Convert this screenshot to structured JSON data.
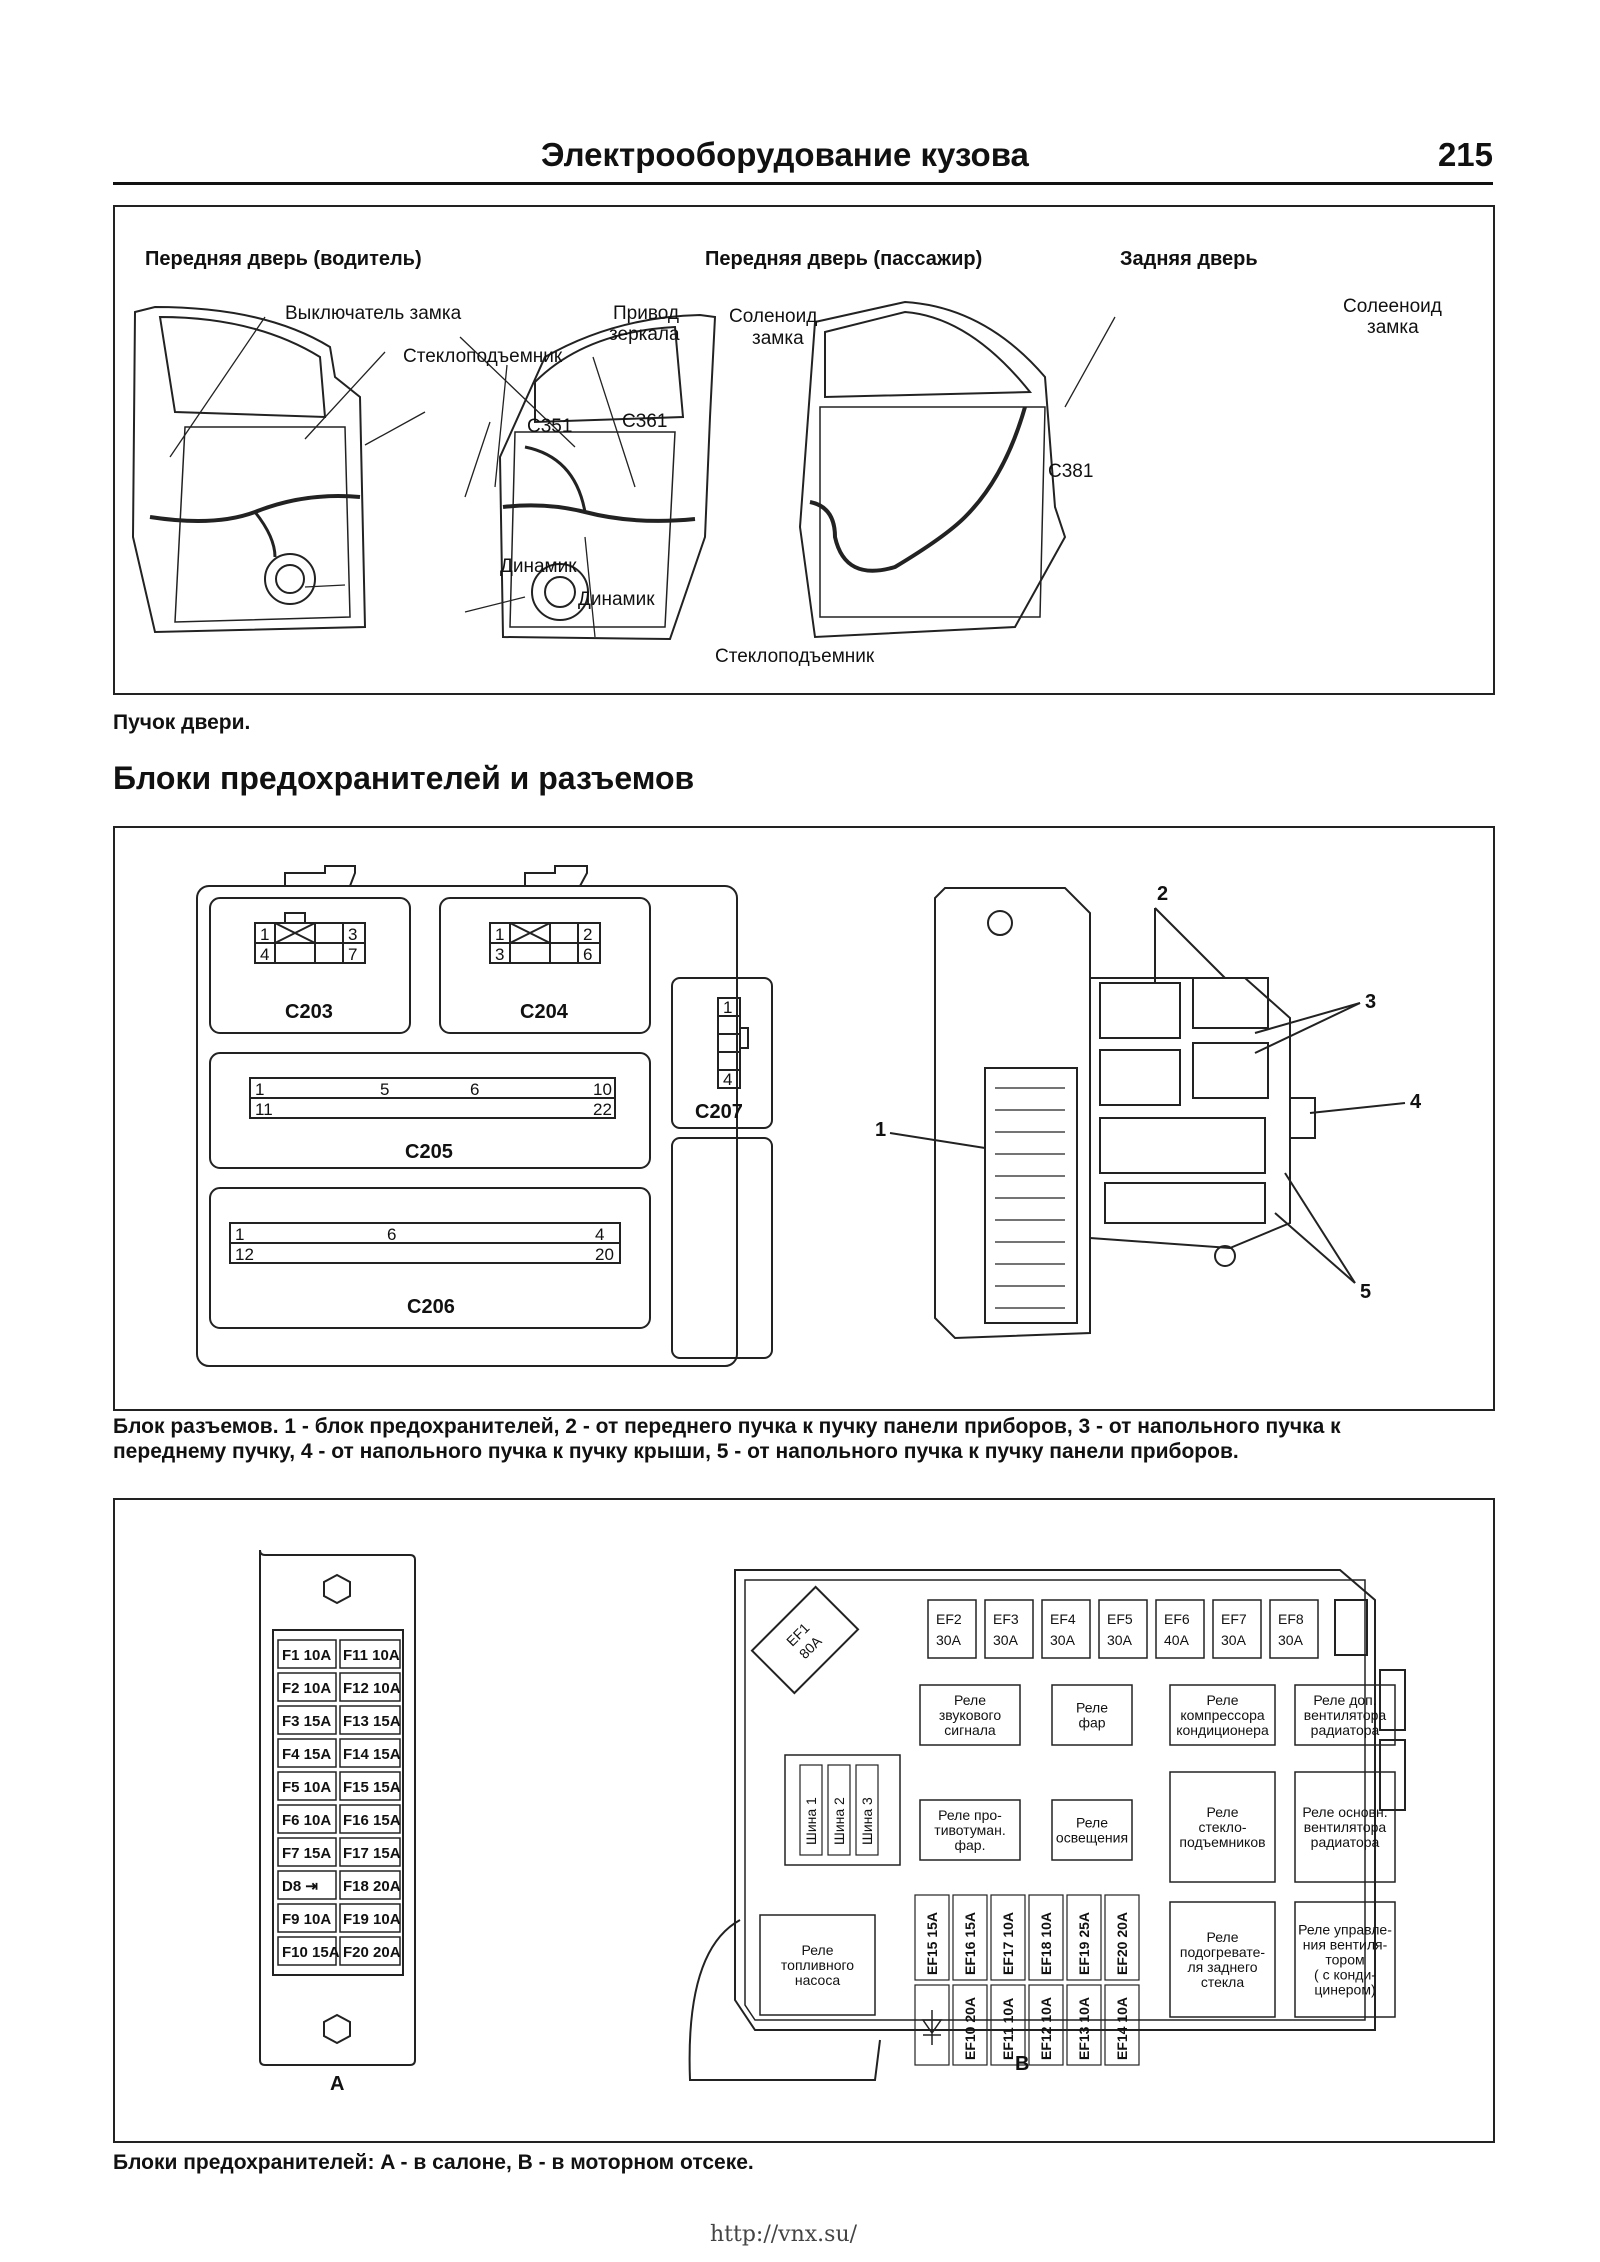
{
  "header": {
    "title": "Электрооборудование кузова",
    "page": "215"
  },
  "fig1": {
    "doors": {
      "driver": "Передняя дверь (водитель)",
      "passenger": "Передняя дверь (пассажир)",
      "rear": "Задняя дверь"
    },
    "labels": {
      "lock_switch": "Выключатель замка",
      "window_lifter": "Стеклоподъемник",
      "c351": "C351",
      "speaker": "Динамик",
      "mirror_drive_1": "Привод",
      "mirror_drive_2": "зеркала",
      "lock_solenoid_1": "Соленоид",
      "lock_solenoid_2": "замка",
      "c361": "C361",
      "speaker2": "Динамик",
      "window_lifter2": "Стеклоподъемник",
      "rear_solenoid_1": "Солееноид",
      "rear_solenoid_2": "замка",
      "c381": "C381"
    },
    "caption": "Пучок двери."
  },
  "section_title": "Блоки предохранителей и разъемов",
  "fig2": {
    "connectors": {
      "c203": {
        "name": "C203",
        "pins": [
          "1",
          "3",
          "4",
          "7"
        ]
      },
      "c204": {
        "name": "C204",
        "pins": [
          "1",
          "2",
          "3",
          "6"
        ]
      },
      "c205": {
        "name": "C205",
        "pins": [
          "1",
          "5",
          "6",
          "10",
          "11",
          "22"
        ]
      },
      "c206": {
        "name": "C206",
        "pins": [
          "1",
          "6",
          "4",
          "12",
          "20"
        ]
      },
      "c207": {
        "name": "C207",
        "pins": [
          "1",
          "4"
        ]
      }
    },
    "callouts": [
      "1",
      "2",
      "3",
      "4",
      "5"
    ],
    "caption_line1": "Блок разъемов. 1 - блок предохранителей, 2 - от переднего пучка к пучку панели приборов, 3 - от напольного пучка к",
    "caption_line2": "переднему пучку, 4 - от напольного пучка к пучку крыши, 5 - от напольного пучка к пучку панели приборов."
  },
  "fig3": {
    "block_a": {
      "label": "A",
      "left": [
        "F1 10A",
        "F2 10A",
        "F3 15A",
        "F4 15A",
        "F5 10A",
        "F6 10A",
        "F7 15A",
        "D8 ⇥",
        "F9 10A",
        "F10 15A"
      ],
      "right": [
        "F11 10A",
        "F12 10A",
        "F13 15A",
        "F14 15A",
        "F15 15A",
        "F16 15A",
        "F17 15A",
        "F18 20A",
        "F19 10A",
        "F20 20A"
      ]
    },
    "block_b": {
      "label": "B",
      "ef1": [
        "EF1",
        "80A"
      ],
      "top_fuses": [
        [
          "EF2",
          "30A"
        ],
        [
          "EF3",
          "30A"
        ],
        [
          "EF4",
          "30A"
        ],
        [
          "EF5",
          "30A"
        ],
        [
          "EF6",
          "40A"
        ],
        [
          "EF7",
          "30A"
        ],
        [
          "EF8",
          "30A"
        ]
      ],
      "relays": {
        "horn": [
          "Реле",
          "звукового",
          "сигнала"
        ],
        "headlight": [
          "Реле",
          "фар"
        ],
        "ac_comp": [
          "Реле",
          "компрессора",
          "кондиционера"
        ],
        "aux_fan": [
          "Реле доп.",
          "вентилятора",
          "радиатора"
        ],
        "fog": [
          "Реле про-",
          "тивотуман.",
          "фар."
        ],
        "lighting": [
          "Реле",
          "освещения"
        ],
        "windows": [
          "Реле",
          "стекло-",
          "подъемников"
        ],
        "main_fan": [
          "Реле основн.",
          "вентилятора",
          "радиатора"
        ],
        "fuel_pump": [
          "Реле",
          "топливного",
          "насоса"
        ],
        "rear_defrost": [
          "Реле",
          "подогревате-",
          "ля заднего",
          "стекла"
        ],
        "fan_ctrl": [
          "Реле управле-",
          "ния вентиля-",
          "тором",
          "( с конди-",
          "цинером)"
        ]
      },
      "busbars": [
        "Шина 1",
        "Шина 2",
        "Шина 3"
      ],
      "upper_row": [
        "EF15 15A",
        "EF16 15A",
        "EF17 10A",
        "EF18 10A",
        "EF19 25A",
        "EF20 20A"
      ],
      "lower_row": [
        "EF10 20A",
        "EF11 10A",
        "EF12 10A",
        "EF13 10A",
        "EF14 10A"
      ],
      "diode": "⏵|"
    },
    "caption": "Блоки предохранителей: A - в салоне, B - в моторном отсеке."
  },
  "footer_url": "http://vnx.su/"
}
